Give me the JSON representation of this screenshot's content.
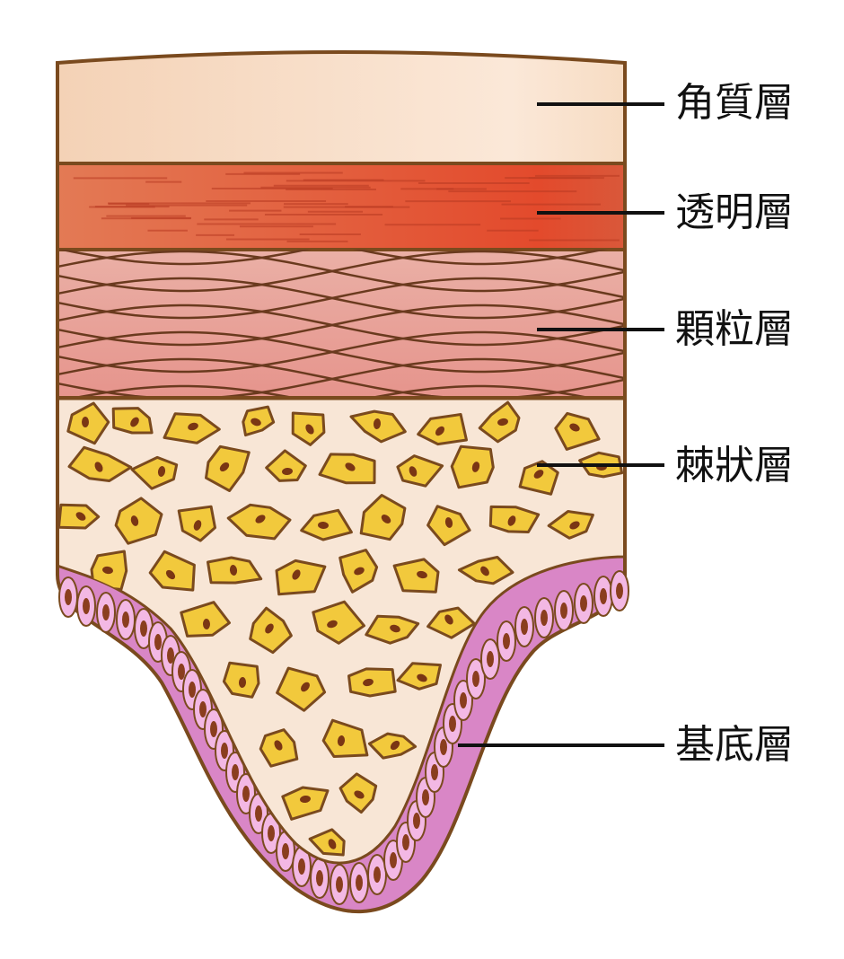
{
  "labels": {
    "stratum_corneum": "角質層",
    "stratum_lucidum": "透明層",
    "stratum_granulosum": "顆粒層",
    "stratum_spinosum": "棘狀層",
    "stratum_basale": "基底層"
  },
  "colors": {
    "outline": "#7a4a1e",
    "corneum": "#f7dcc3",
    "lucidum": "#e2623e",
    "lucidum_streak": "#b93a22",
    "granulosum": "#e5a29a",
    "granulosum_lines": "#6a3a1e",
    "spinosum_bg": "#f8e6d6",
    "spinosum_cell": "#f2c93c",
    "nucleus": "#7a3614",
    "basale_bg": "#d986c6",
    "basale_cell": "#f3b8e4",
    "basale_nucleus": "#8a3e1e",
    "leader": "#111111"
  }
}
